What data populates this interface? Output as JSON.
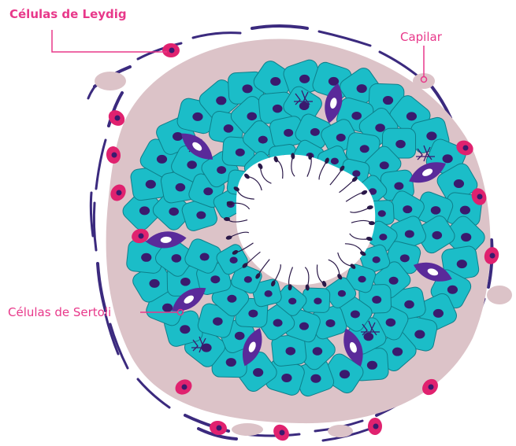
{
  "labels": {
    "leydig": "Células de Leydig",
    "capilar": "Capilar",
    "sertoli": "Células de Sertoli"
  },
  "colors": {
    "label": "#e8388a",
    "tubule": "#dcc3c8",
    "cell": "#1bbdc8",
    "cell_border": "#0e7f8a",
    "nucleus": "#3a1a6e",
    "sertoli_cell": "#5a2a9a",
    "leydig_cell": "#e0226f",
    "capillary": "#dcc3c8",
    "connective": "#3b2a7e",
    "lumen": "#ffffff",
    "sperm": "#2a1848"
  }
}
